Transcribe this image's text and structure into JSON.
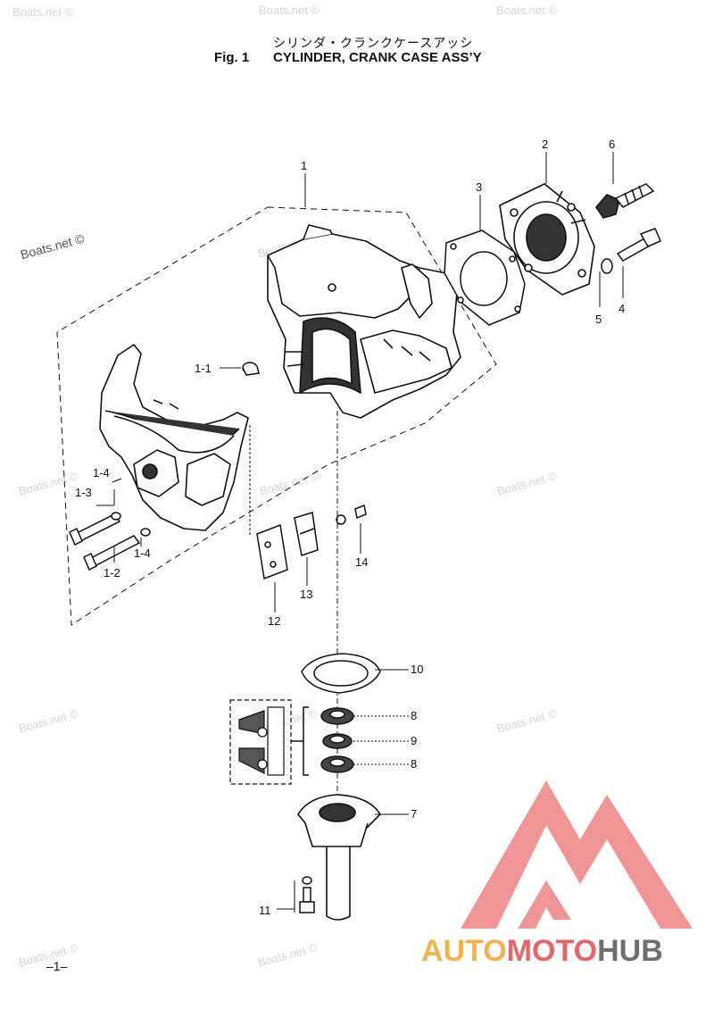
{
  "header": {
    "title_jp": "シリンダ・クランクケースアッシ",
    "fig_label": "Fig. 1",
    "title_en": "CYLINDER, CRANK CASE ASS’Y"
  },
  "watermark": "Boats.net ©",
  "callouts": {
    "c1": "1",
    "c2": "2",
    "c3": "3",
    "c4": "4",
    "c5": "5",
    "c6": "6",
    "c1_1": "1-1",
    "c1_2": "1-2",
    "c1_3": "1-3",
    "c1_4a": "1-4",
    "c1_4b": "1-4",
    "c7": "7",
    "c8a": "8",
    "c8b": "8",
    "c9": "9",
    "c10": "10",
    "c11": "11",
    "c12": "12",
    "c13": "13",
    "c14": "14"
  },
  "page_number": "–1–",
  "logo": {
    "part1": "AUTO",
    "part2": "MOTO",
    "part3": "HUB"
  },
  "colors": {
    "line": "#111111",
    "watermark": "#d6d6d6",
    "logo_red": "#ef8a8a",
    "logo_orange": "#f2b44a",
    "logo_gray": "#6f6f6f"
  }
}
